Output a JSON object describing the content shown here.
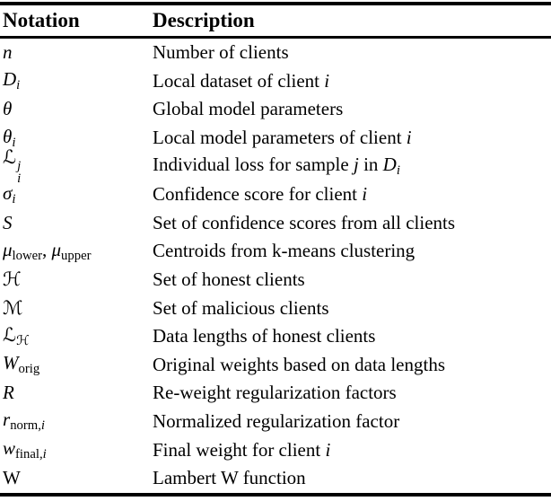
{
  "table": {
    "headers": [
      "Notation",
      "Description"
    ],
    "rows": [
      {
        "notation": [
          {
            "t": "n",
            "s": "it"
          }
        ],
        "description": [
          {
            "t": "Number of clients"
          }
        ]
      },
      {
        "notation": [
          {
            "t": "D",
            "s": "calD"
          },
          {
            "t": "i",
            "s": "subit"
          }
        ],
        "description": [
          {
            "t": "Local dataset of client "
          },
          {
            "t": "i",
            "s": "it"
          }
        ]
      },
      {
        "notation": [
          {
            "t": "θ",
            "s": "it"
          }
        ],
        "description": [
          {
            "t": "Global model parameters"
          }
        ]
      },
      {
        "notation": [
          {
            "t": "θ",
            "s": "it"
          },
          {
            "t": "i",
            "s": "subit"
          }
        ],
        "description": [
          {
            "t": "Local model parameters of client "
          },
          {
            "t": "i",
            "s": "it"
          }
        ]
      },
      {
        "notation": [
          {
            "t": "ℒ",
            "s": "cal"
          },
          {
            "s": "stack",
            "sup": {
              "t": "j",
              "s": "it"
            },
            "sub": {
              "t": "i",
              "s": "it"
            }
          }
        ],
        "description": [
          {
            "t": "Individual loss for sample "
          },
          {
            "t": "j",
            "s": "it"
          },
          {
            "t": " in "
          },
          {
            "t": "D",
            "s": "calD"
          },
          {
            "t": "i",
            "s": "subit"
          }
        ]
      },
      {
        "notation": [
          {
            "t": "σ",
            "s": "it"
          },
          {
            "t": "i",
            "s": "subit"
          }
        ],
        "description": [
          {
            "t": "Confidence score for client "
          },
          {
            "t": "i",
            "s": "it"
          }
        ]
      },
      {
        "notation": [
          {
            "t": "S",
            "s": "it"
          }
        ],
        "description": [
          {
            "t": "Set of confidence scores from all clients"
          }
        ]
      },
      {
        "notation": [
          {
            "t": "μ",
            "s": "it"
          },
          {
            "t": "lower",
            "s": "sub"
          },
          {
            "t": ", "
          },
          {
            "t": "μ",
            "s": "it"
          },
          {
            "t": "upper",
            "s": "sub"
          }
        ],
        "description": [
          {
            "t": "Centroids from k-means clustering"
          }
        ]
      },
      {
        "notation": [
          {
            "t": "ℋ",
            "s": "cal"
          }
        ],
        "description": [
          {
            "t": "Set of honest clients"
          }
        ]
      },
      {
        "notation": [
          {
            "t": "ℳ",
            "s": "cal"
          }
        ],
        "description": [
          {
            "t": "Set of malicious clients"
          }
        ]
      },
      {
        "notation": [
          {
            "t": "ℒ",
            "s": "cal"
          },
          {
            "t": "ℋ",
            "s": "subcal"
          }
        ],
        "description": [
          {
            "t": "Data lengths of honest clients"
          }
        ]
      },
      {
        "notation": [
          {
            "t": "W",
            "s": "it"
          },
          {
            "t": "orig",
            "s": "sub"
          }
        ],
        "description": [
          {
            "t": "Original weights based on data lengths"
          }
        ]
      },
      {
        "notation": [
          {
            "t": "R",
            "s": "it"
          }
        ],
        "description": [
          {
            "t": "Re-weight regularization factors"
          }
        ]
      },
      {
        "notation": [
          {
            "t": "r",
            "s": "it"
          },
          {
            "t": "norm",
            "s": "sub"
          },
          {
            "t": ",",
            "s": "sub"
          },
          {
            "t": "i",
            "s": "subit"
          }
        ],
        "description": [
          {
            "t": "Normalized regularization factor"
          }
        ]
      },
      {
        "notation": [
          {
            "t": "w",
            "s": "it"
          },
          {
            "t": "final",
            "s": "sub"
          },
          {
            "t": ",",
            "s": "sub"
          },
          {
            "t": "i",
            "s": "subit"
          }
        ],
        "description": [
          {
            "t": "Final weight for client "
          },
          {
            "t": "i",
            "s": "it"
          }
        ]
      },
      {
        "notation": [
          {
            "t": "W"
          }
        ],
        "description": [
          {
            "t": "Lambert W function"
          }
        ]
      }
    ]
  },
  "colors": {
    "text": "#000000",
    "background": "#ffffff",
    "rule": "#000000"
  }
}
